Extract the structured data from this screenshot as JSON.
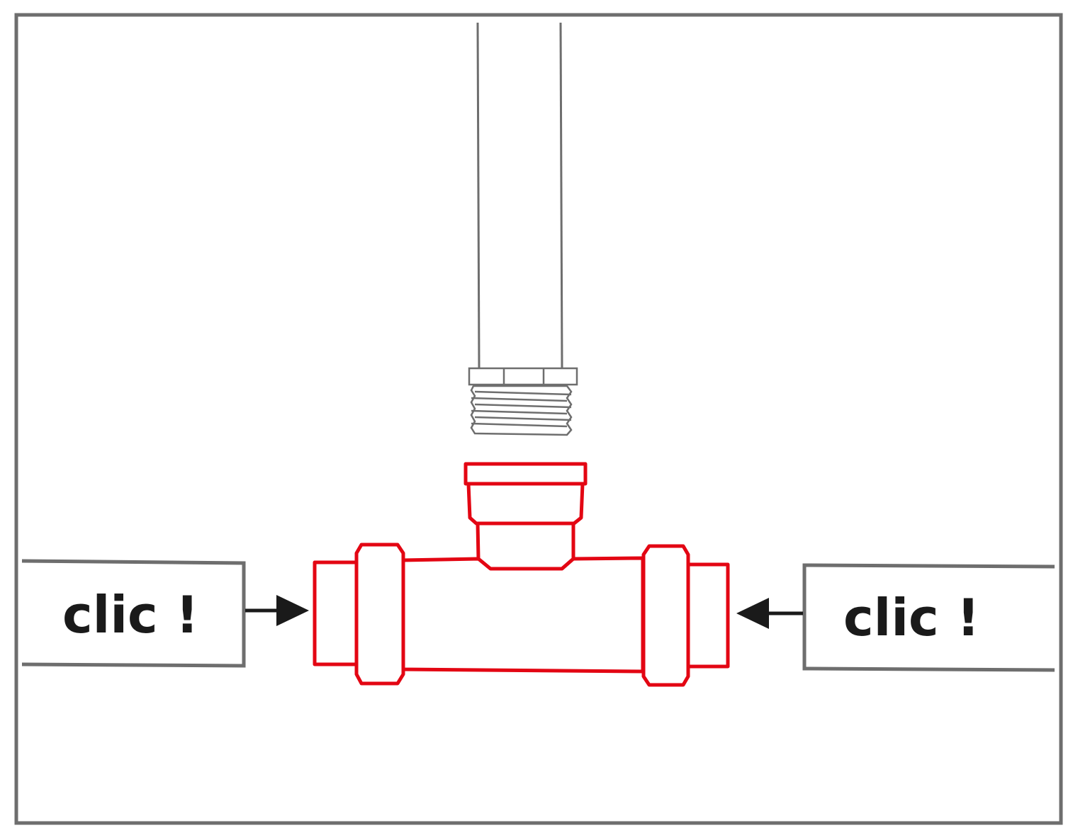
{
  "diagram": {
    "left_label": {
      "text": "clic !"
    },
    "right_label": {
      "text": "clic !"
    },
    "colors": {
      "frame": "#6e6e6e",
      "fitting": "#e30613",
      "pipe": "#6e6e6e",
      "text": "#1a1a1a",
      "arrow": "#1a1a1a"
    },
    "icons": {
      "pipe": "vertical-threaded-pipe",
      "fitting": "tee-push-fit-fitting",
      "arrow_left": "arrow-right-icon",
      "arrow_right": "arrow-left-icon"
    }
  }
}
